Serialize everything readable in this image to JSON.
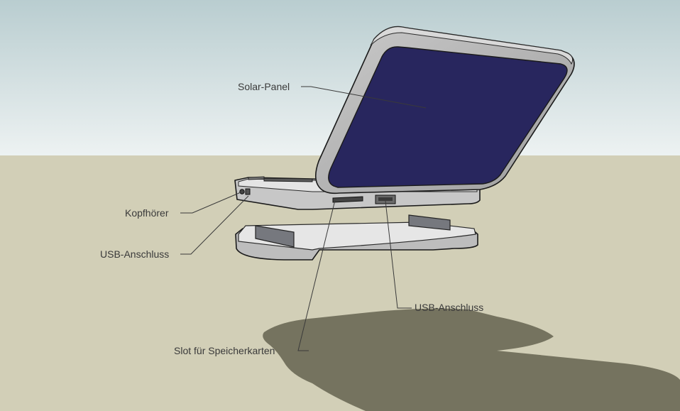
{
  "labels": {
    "solar_panel": "Solar-Panel",
    "headphones": "Kopfhörer",
    "usb_left": "USB-Anschluss",
    "usb_right": "USB-Anschluss",
    "memory_slot": "Slot für Speicherkarten"
  },
  "colors": {
    "sky_top": "#b9cdd0",
    "sky_bottom": "#edf2f2",
    "ground": "#d2cfb7",
    "shadow": "#75735f",
    "panel": "#28265e",
    "frame": "#b8b8b8"
  }
}
